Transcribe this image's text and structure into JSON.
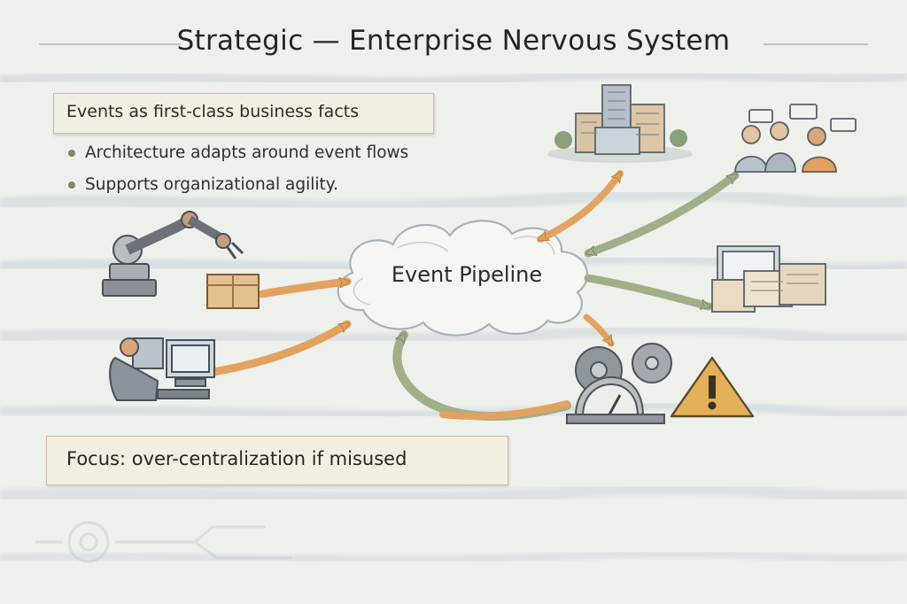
{
  "title": "Strategic — Enterprise Nervous System",
  "top_card": {
    "heading": "Events as first-class business facts",
    "bullets": [
      "Architecture adapts around event flows",
      "Supports organizational agility."
    ]
  },
  "center_label": "Event Pipeline",
  "focus_card": "Focus: over-centralization if misused",
  "icons": [
    "robot-arm-icon",
    "package-icon",
    "workstation-icon",
    "city-buildings-icon",
    "team-chat-icon",
    "documents-stack-icon",
    "gears-gauge-icon",
    "warning-icon"
  ],
  "colors": {
    "orange_arrow": "#e3a25f",
    "green_arrow": "#9fb089",
    "warning": "#e3b15a",
    "background": "#eef0ec"
  }
}
